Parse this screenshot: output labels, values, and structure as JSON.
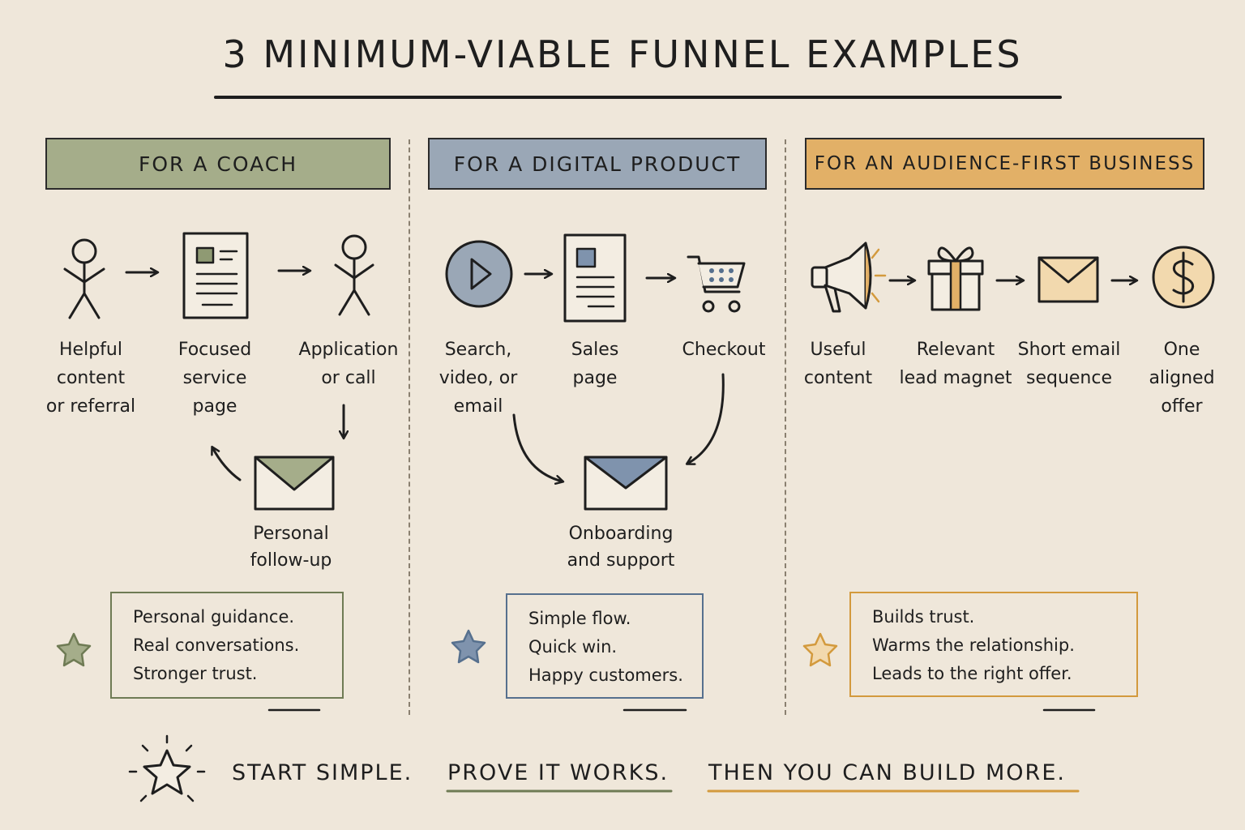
{
  "title": "3 Minimum-Viable Funnel Examples",
  "colors": {
    "coach": "#a5ad8a",
    "coach_dark": "#6f7b54",
    "digital": "#9aa7b6",
    "digital_dark": "#56708e",
    "audience": "#e2b067",
    "audience_dark": "#d39a3d",
    "ink": "#1e1e1e",
    "paper": "#efe7da"
  },
  "columns": [
    {
      "header": "For a Coach",
      "steps": [
        {
          "icon": "stick-figure-icon",
          "label": "Helpful content\nor referral"
        },
        {
          "icon": "document-icon",
          "label": "Focused\nservice\npage"
        },
        {
          "icon": "stick-figure-icon",
          "label": "Application\nor call"
        },
        {
          "icon": "envelope-icon",
          "label": "Personal\nfollow-up"
        }
      ],
      "notes": [
        "Personal guidance.",
        "Real conversations.",
        "Stronger trust."
      ]
    },
    {
      "header": "For a Digital Product",
      "steps": [
        {
          "icon": "play-button-icon",
          "label": "Search,\nvideo, or\nemail"
        },
        {
          "icon": "document-icon",
          "label": "Sales\npage"
        },
        {
          "icon": "shopping-cart-icon",
          "label": "Checkout"
        },
        {
          "icon": "envelope-icon",
          "label": "Onboarding\nand support"
        }
      ],
      "notes": [
        "Simple flow.",
        "Quick win.",
        "Happy customers."
      ]
    },
    {
      "header": "For an Audience-First Business",
      "steps": [
        {
          "icon": "megaphone-icon",
          "label": "Useful\ncontent"
        },
        {
          "icon": "gift-icon",
          "label": "Relevant\nlead magnet"
        },
        {
          "icon": "envelope-icon",
          "label": "Short email\nsequence"
        },
        {
          "icon": "dollar-coin-icon",
          "label": "One aligned\noffer"
        }
      ],
      "notes": [
        "Builds trust.",
        "Warms the relationship.",
        "Leads to the right offer."
      ]
    }
  ],
  "footer": {
    "part1": "Start simple.",
    "part2": "Prove it works.",
    "part3": "Then you can build more."
  }
}
